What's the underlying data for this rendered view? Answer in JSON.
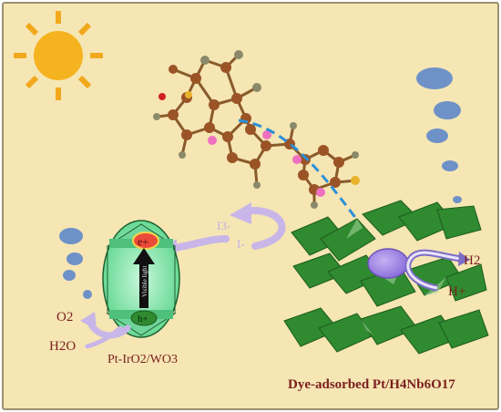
{
  "labels": {
    "iodide_triiodide": "I3-",
    "iodide": "I-",
    "electron": "e+",
    "hole": "h+",
    "oxygen": "O2",
    "water": "H2O",
    "oer_catalyst": "Pt-IrO2/WO3",
    "visible_light": "Visible light",
    "hydrogen": "H2",
    "proton": "H+",
    "her_catalyst": "Dye-adsorbed Pt/H4Nb6O17"
  },
  "colors": {
    "background": "#f5e6b4",
    "border": "#9a9070",
    "sun": "#f2a81c",
    "bubble": "#6e92c8",
    "nanosheet": "#2f8a30",
    "pt_particle": "#9a7ee0",
    "wo3_particle": "#8fe8b0",
    "label": "#7a1e1e",
    "redox_arrow": "#c8b6e8"
  }
}
